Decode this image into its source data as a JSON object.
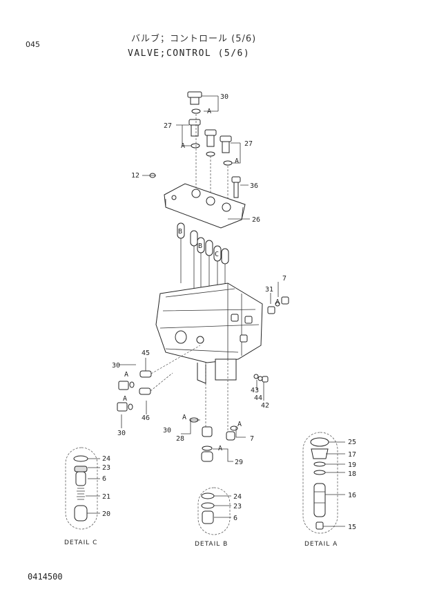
{
  "header": {
    "page_number": "045",
    "title_jp": "バルブ；コントロール (5/6)",
    "title_en": "VALVE;CONTROL (5/6)"
  },
  "footer": {
    "document_number": "0414500"
  },
  "callouts": {
    "p30a": "30",
    "p27a": "27",
    "p27b": "27",
    "p12": "12",
    "p36": "36",
    "p26": "26",
    "p31": "31",
    "p7a": "7",
    "p45": "45",
    "p30b": "30",
    "p30c": "30",
    "p46": "46",
    "p43": "43",
    "p44": "44",
    "p42": "42",
    "p30d": "30",
    "p28": "28",
    "p7b": "7",
    "p29": "29",
    "p24c": "24",
    "p23c": "23",
    "p6c": "6",
    "p21": "21",
    "p20": "20",
    "p24b": "24",
    "p23b": "23",
    "p6b": "6",
    "p25": "25",
    "p17": "17",
    "p19": "19",
    "p18": "18",
    "p16": "16",
    "p15": "15"
  },
  "letter_marks": {
    "a1": "A",
    "a2": "A",
    "a3": "A",
    "a4": "A",
    "a5": "A",
    "a6": "A",
    "a7": "A",
    "a8": "A",
    "a9": "A",
    "b1": "B",
    "b2": "B",
    "c1": "C"
  },
  "details": {
    "detail_c": "DETAIL C",
    "detail_b": "DETAIL B",
    "detail_a": "DETAIL A"
  }
}
